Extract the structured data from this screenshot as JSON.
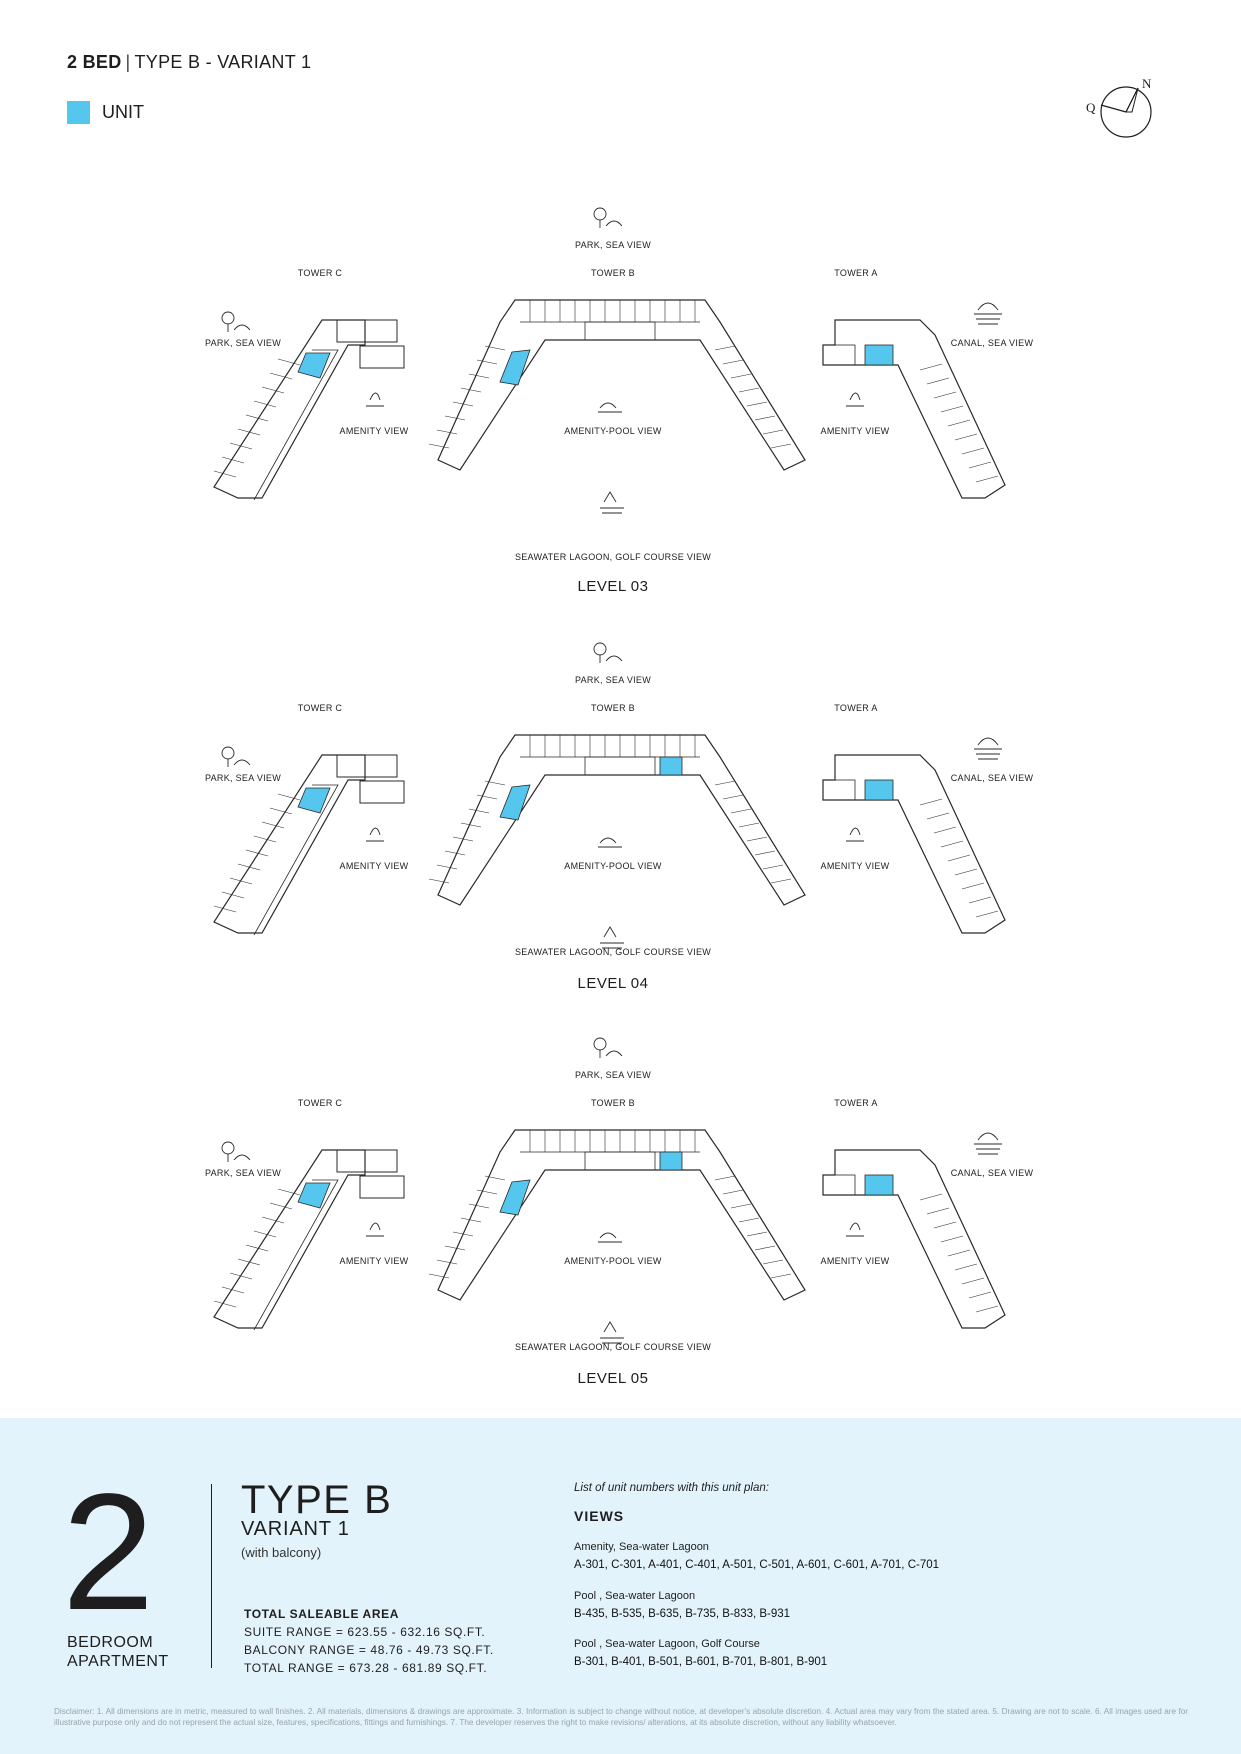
{
  "header": {
    "bed_label": "2 BED",
    "type_label": "TYPE B - VARIANT 1",
    "legend_label": "UNIT",
    "legend_color": "#55c6ee"
  },
  "compass": {
    "north": "N",
    "qibla": "Q"
  },
  "levels": [
    {
      "name": "LEVEL 03",
      "top_view": "PARK, SEA VIEW",
      "bottom_view": "SEAWATER LAGOON, GOLF COURSE VIEW",
      "tower_c": "TOWER C",
      "tower_b": "TOWER B",
      "tower_a": "TOWER A",
      "c_left_view": "PARK, SEA VIEW",
      "c_right_view": "AMENITY VIEW",
      "b_center_view": "AMENITY-POOL VIEW",
      "a_left_view": "AMENITY VIEW",
      "a_right_view": "CANAL, SEA VIEW"
    },
    {
      "name": "LEVEL 04",
      "top_view": "PARK, SEA VIEW",
      "bottom_view": "SEAWATER LAGOON, GOLF COURSE VIEW",
      "tower_c": "TOWER C",
      "tower_b": "TOWER B",
      "tower_a": "TOWER A",
      "c_left_view": "PARK, SEA VIEW",
      "c_right_view": "AMENITY VIEW",
      "b_center_view": "AMENITY-POOL VIEW",
      "a_left_view": "AMENITY VIEW",
      "a_right_view": "CANAL, SEA VIEW"
    },
    {
      "name": "LEVEL 05",
      "top_view": "PARK, SEA VIEW",
      "bottom_view": "SEAWATER LAGOON, GOLF COURSE VIEW",
      "tower_c": "TOWER C",
      "tower_b": "TOWER B",
      "tower_a": "TOWER A",
      "c_left_view": "PARK, SEA VIEW",
      "c_right_view": "AMENITY VIEW",
      "b_center_view": "AMENITY-POOL VIEW",
      "a_left_view": "AMENITY VIEW",
      "a_right_view": "CANAL, SEA VIEW"
    }
  ],
  "footer": {
    "big_number": "2",
    "bedroom_line1": "BEDROOM",
    "bedroom_line2": "APARTMENT",
    "type": "TYPE B",
    "variant": "VARIANT 1",
    "balcony": "(with balcony)",
    "area_heading": "TOTAL SALEABLE AREA",
    "suite_range": "SUITE RANGE = 623.55 - 632.16 SQ.FT.",
    "balcony_range": "BALCONY RANGE = 48.76 - 49.73 SQ.FT.",
    "total_range": "TOTAL RANGE = 673.28 - 681.89 SQ.FT.",
    "list_heading": "List of unit numbers with this unit plan:",
    "views_heading": "VIEWS",
    "views": [
      {
        "category": "Amenity, Sea-water Lagoon",
        "units": "A-301, C-301, A-401, C-401, A-501, C-501, A-601, C-601, A-701, C-701"
      },
      {
        "category": "Pool , Sea-water Lagoon",
        "units": "B-435, B-535, B-635, B-735, B-833, B-931"
      },
      {
        "category": "Pool , Sea-water Lagoon, Golf Course",
        "units": "B-301, B-401, B-501, B-601, B-701, B-801, B-901"
      }
    ],
    "disclaimer": "Disclaimer: 1. All dimensions are in metric, measured to wall finishes. 2. All materials, dimensions & drawings are approximate. 3. Information is subject to change without notice, at developer's absolute discretion. 4. Actual area may vary from the stated area. 5. Drawing are not to scale. 6. All images used are for illustrative purpose only and do not represent the actual size, features, specifications, fittings and furnishings. 7. The developer reserves the right to make revisions/ alterations, at its absolute discretion, without any liability whatsoever."
  }
}
